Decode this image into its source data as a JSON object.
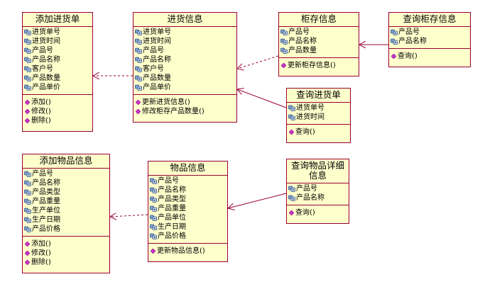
{
  "colors": {
    "class_fill": "#ffffcc",
    "class_border": "#990033",
    "attr_icon": "#4a6fa5",
    "op_icon": "#cc33cc",
    "line": "#990033"
  },
  "icons": {
    "attribute": "attribute-icon",
    "operation": "operation-icon"
  },
  "classes": [
    {
      "id": "add-purchase-order",
      "title": "添加进货单",
      "attributes": [
        "进货单号",
        "进货时间",
        "产品号",
        "产品名称",
        "客户号",
        "产品数量",
        "产品单价"
      ],
      "operations": [
        "添加()",
        "修改()",
        "删除()"
      ]
    },
    {
      "id": "purchase-info",
      "title": "进货信息",
      "attributes": [
        "进货单号",
        "进货时间",
        "产品号",
        "产品名称",
        "客户号",
        "产品数量",
        "产品单价"
      ],
      "operations": [
        "更新进货信息()",
        "修改柜存产品数量()"
      ]
    },
    {
      "id": "stock-info",
      "title": "柜存信息",
      "attributes": [
        "产品号",
        "产品名称",
        "产品数量"
      ],
      "operations": [
        "更新柜存信息()"
      ]
    },
    {
      "id": "query-stock",
      "title": "查询柜存信息",
      "attributes": [
        "产品号",
        "产品名称"
      ],
      "operations": [
        "查询()"
      ]
    },
    {
      "id": "query-purchase",
      "title": "查询进货单",
      "attributes": [
        "进货单号",
        "进货时间"
      ],
      "operations": [
        "查询()"
      ]
    },
    {
      "id": "add-item-info",
      "title": "添加物品信息",
      "attributes": [
        "产品号",
        "产品名称",
        "产品类型",
        "产品重量",
        "生产单位",
        "生产日期",
        "产品价格"
      ],
      "operations": [
        "添加()",
        "修改()",
        "删除()"
      ]
    },
    {
      "id": "item-info",
      "title": "物品信息",
      "attributes": [
        "产品号",
        "产品名称",
        "产品类型",
        "产品重量",
        "产品单位",
        "生产日期",
        "产品价格"
      ],
      "operations": [
        "更新物品信息()"
      ]
    },
    {
      "id": "query-item-detail",
      "title": "查询物品详细信息",
      "attributes": [
        "产品号",
        "产品名称"
      ],
      "operations": [
        "查询()"
      ]
    }
  ]
}
